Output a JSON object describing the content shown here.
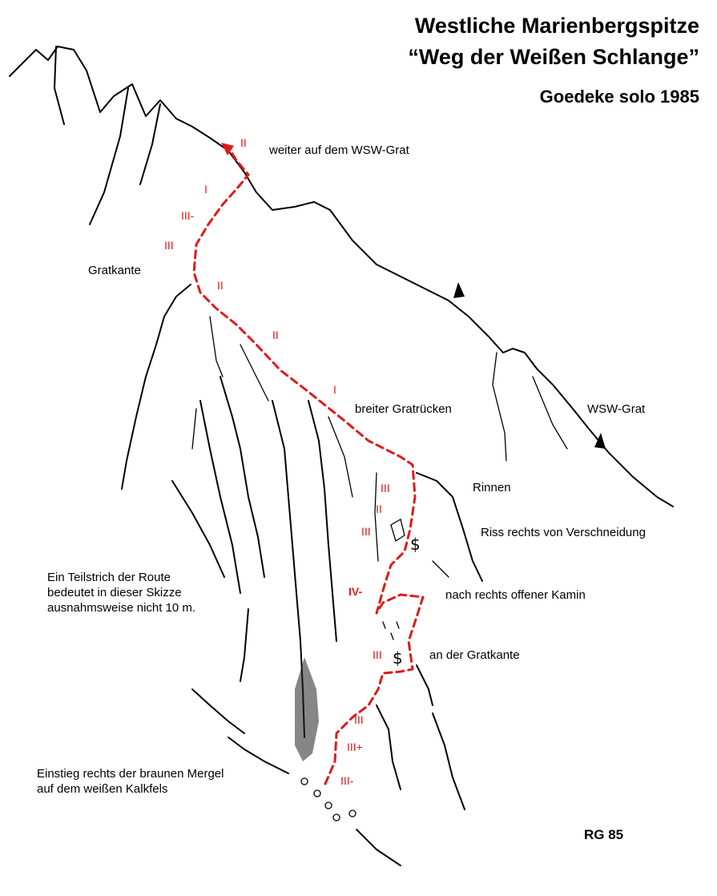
{
  "header": {
    "title_line1": "Westliche Marienbergspitze",
    "title_line2": "“Weg der Weißen Schlange”",
    "subtitle": "Goedeke solo 1985"
  },
  "labels": {
    "weiter": "weiter auf dem WSW-Grat",
    "gratkante": "Gratkante",
    "breiter": "breiter Gratrücken",
    "wsw_grat": "WSW-Grat",
    "rinnen": "Rinnen",
    "riss": "Riss rechts von Verschneidung",
    "kamin": "nach rechts offener Kamin",
    "an_gratkante": "an der Gratkante"
  },
  "note_lines": [
    "Ein Teilstrich der Route",
    "bedeutet in dieser Skizze",
    "ausnahmsweise nicht 10 m."
  ],
  "einstieg_lines": [
    "Einstieg rechts der braunen Mergel",
    "auf dem weißen Kalkfels"
  ],
  "signature": "RG 85",
  "grades": [
    "II",
    "I",
    "III-",
    "III",
    "II",
    "II",
    "I",
    "III",
    "II",
    "III",
    "IV-",
    "III",
    "III",
    "III+",
    "III-"
  ],
  "colors": {
    "route": "#e01b1b",
    "ink": "#000000"
  },
  "icons": [
    "piton-icon",
    "piton-icon",
    "arrow-icon",
    "arrow-icon",
    "arrow-icon"
  ]
}
